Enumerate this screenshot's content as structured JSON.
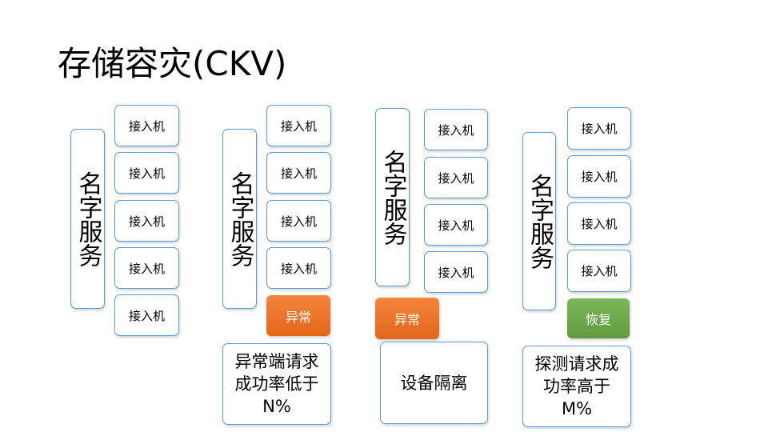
{
  "title": "存储容灾(CKV)",
  "name_service_label": "名字服务",
  "access_node_label": "接入机",
  "badges": {
    "abnormal": "异常",
    "recover": "恢复",
    "abnormal_color": "#e8701f",
    "recover_color": "#6aa84f"
  },
  "descriptions": {
    "group2": "异常端请求成功率低于N%",
    "group3": "设备隔离",
    "group4": "探测请求成功率高于M%"
  },
  "colors": {
    "border": "#5b9bd5"
  }
}
